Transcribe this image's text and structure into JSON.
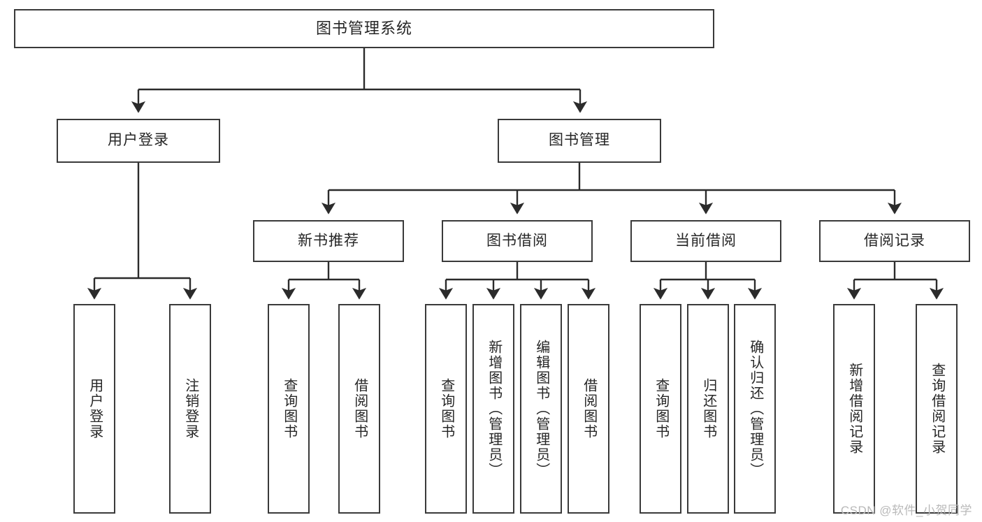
{
  "diagram": {
    "title": "图书管理系统",
    "type": "tree-hierarchy",
    "watermark": "CSDN @软件_小贺同学",
    "colors": {
      "border": "#3a3a3a",
      "fill": "#ffffff",
      "text": "#262626",
      "edge": "#2b2b2b",
      "watermark": "#b9b9b9"
    },
    "root": {
      "label": "图书管理系统"
    },
    "level1": [
      {
        "label": "用户登录"
      },
      {
        "label": "图书管理"
      }
    ],
    "level2": [
      {
        "label": "新书推荐"
      },
      {
        "label": "图书借阅"
      },
      {
        "label": "当前借阅"
      },
      {
        "label": "借阅记录"
      }
    ],
    "leaves": {
      "user_login": [
        {
          "label": "用户登录"
        },
        {
          "label": "注销登录"
        }
      ],
      "new_book_recommend": [
        {
          "label": "查询图书"
        },
        {
          "label": "借阅图书"
        }
      ],
      "book_borrow": [
        {
          "label": "查询图书"
        },
        {
          "label": "新增图书（管理员）"
        },
        {
          "label": "编辑图书（管理员）"
        },
        {
          "label": "借阅图书"
        }
      ],
      "current_borrow": [
        {
          "label": "查询图书"
        },
        {
          "label": "归还图书"
        },
        {
          "label": "确认归还（管理员）"
        }
      ],
      "borrow_record": [
        {
          "label": "新增借阅记录"
        },
        {
          "label": "查询借阅记录"
        }
      ]
    }
  }
}
